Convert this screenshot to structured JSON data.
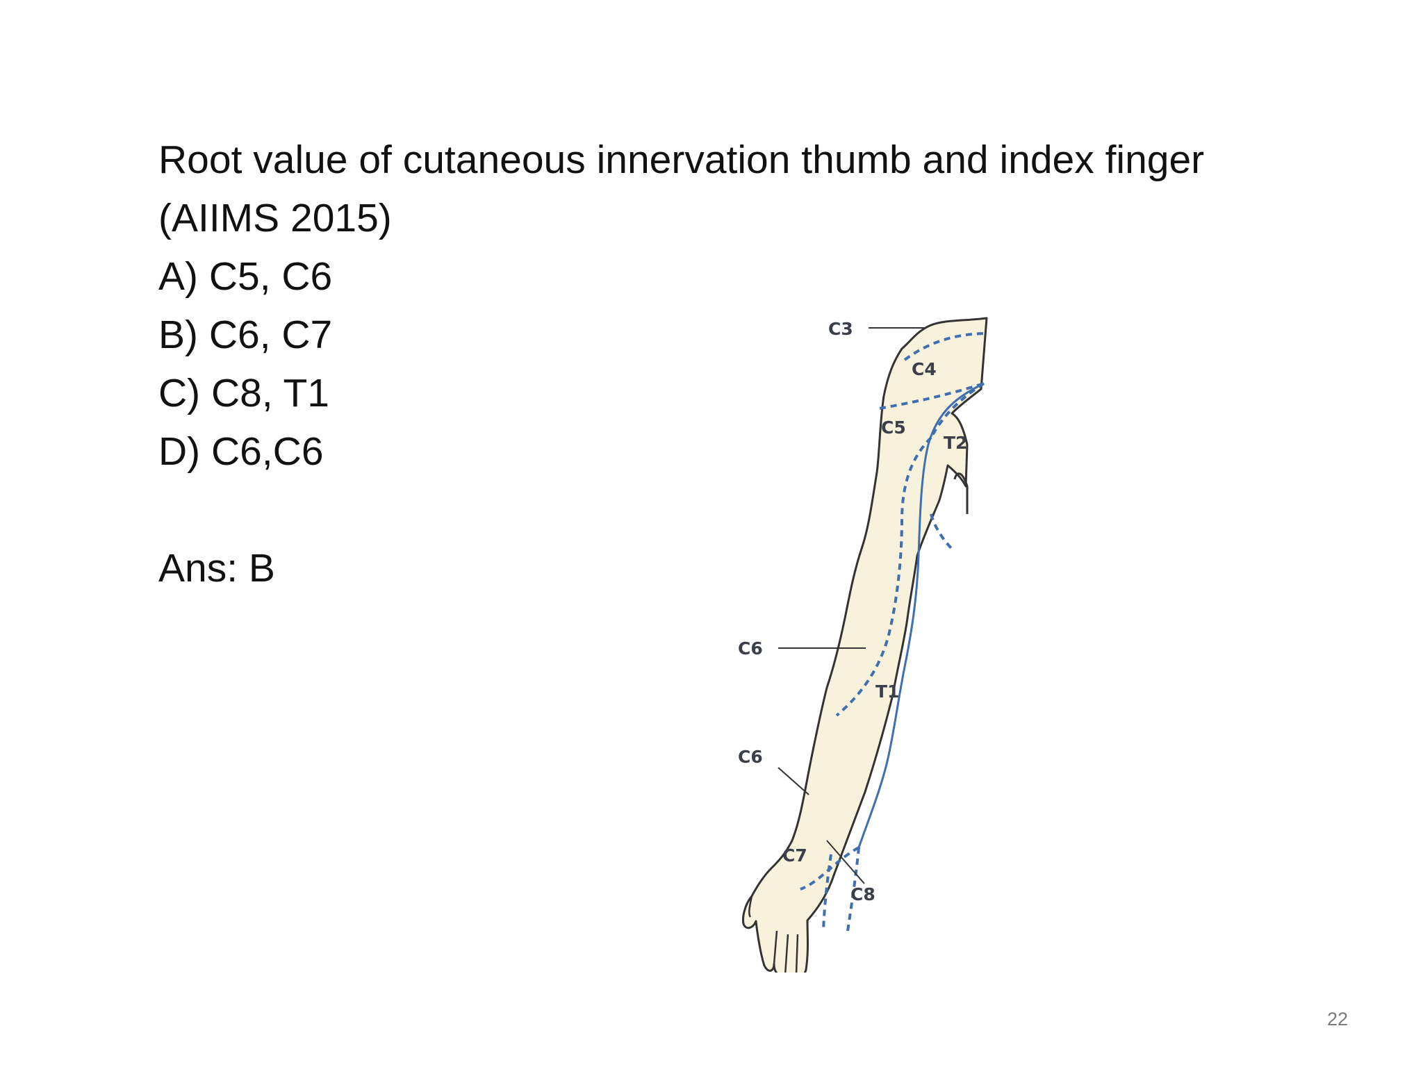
{
  "slide": {
    "question_lines": [
      "Root value of cutaneous innervation thumb and index finger",
      "(AIIMS 2015)"
    ],
    "options": [
      "A) C5, C6",
      "B) C6, C7",
      "C) C8, T1",
      "D) C6,C6"
    ],
    "answer": "Ans: B",
    "page_number": "22"
  },
  "figure": {
    "labels": [
      "C3",
      "C4",
      "C5",
      "T2",
      "C6",
      "T1",
      "C6",
      "C7",
      "C8"
    ],
    "colors": {
      "skin": "#f8f1dc",
      "outline": "#333333",
      "dermatome_line": "#3f6fb0",
      "label": "#3a3f4a"
    }
  }
}
